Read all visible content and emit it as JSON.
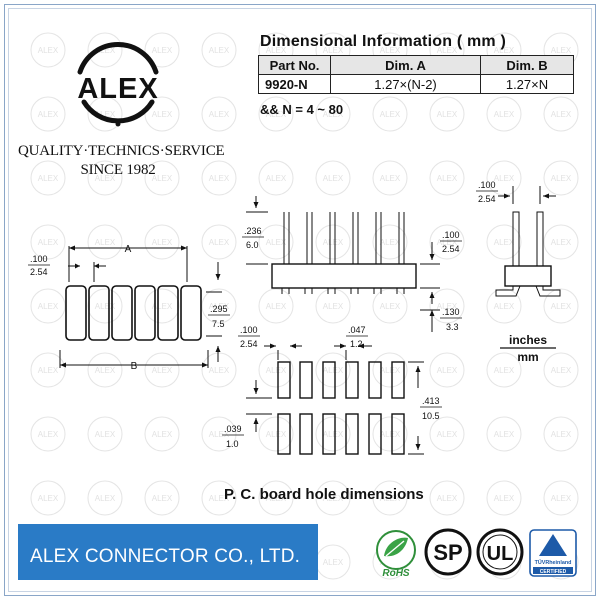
{
  "logo": {
    "brand": "ALEX",
    "slogan_line1": "QUALITY·TECHNICS·SERVICE",
    "slogan_line2": "SINCE 1982",
    "accent": "#111111"
  },
  "dimension_table": {
    "title": "Dimensional Information ( mm )",
    "headers": [
      "Part No.",
      "Dim. A",
      "Dim. B"
    ],
    "rows": [
      {
        "part": "9920-N",
        "dim_a": "1.27×(N-2)",
        "dim_b": "1.27×N"
      }
    ],
    "range_note": "&& N = 4 ~ 80"
  },
  "drawing": {
    "label_a": "A",
    "label_b": "B",
    "pitch_in": ".100",
    "pitch_mm": "2.54",
    "side_pitch_in": ".100",
    "side_pitch_mm": "2.54",
    "row_width_in": ".295",
    "row_width_mm": "7.5",
    "pin_len_in": ".236",
    "pin_len_mm": "6.0",
    "front_pitch_in": ".100",
    "front_pitch_mm": "2.54",
    "tail_in": ".130",
    "tail_mm": "3.3",
    "top_pitch_in": ".100",
    "top_pitch_mm": "2.54",
    "units_top": "inches",
    "units_bottom": "mm",
    "hole_pitch_in": ".100",
    "hole_pitch_mm": "2.54",
    "hole_width_in": ".047",
    "hole_width_mm": "1.2",
    "hole_span_in": ".413",
    "hole_span_mm": "10.5",
    "hole_gap_in": ".039",
    "hole_gap_mm": "1.0",
    "caption": "P. C. board hole dimensions"
  },
  "footer": {
    "company": "ALEX CONNECTOR CO., LTD.",
    "band_color": "#2a7bc6",
    "certs": [
      "RoHS",
      "SP",
      "UL",
      "TÜVRheinland CERTIFIED"
    ],
    "rohs_text": "RoHS",
    "csa_text": "SP",
    "ul_text": "UL",
    "tuv_name": "TÜVRheinland",
    "tuv_certified": "CERTIFIED"
  },
  "watermark": {
    "text": "ALEX"
  }
}
